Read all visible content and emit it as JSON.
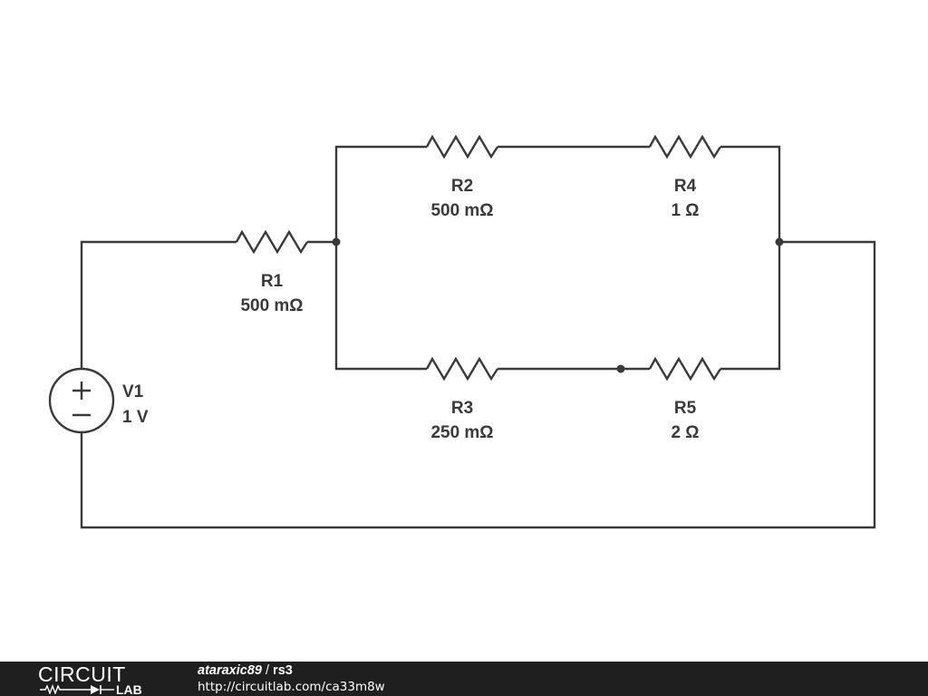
{
  "components": {
    "v1": {
      "name": "V1",
      "value": "1 V"
    },
    "r1": {
      "name": "R1",
      "value": "500 mΩ"
    },
    "r2": {
      "name": "R2",
      "value": "500 mΩ"
    },
    "r3": {
      "name": "R3",
      "value": "250 mΩ"
    },
    "r4": {
      "name": "R4",
      "value": "1 Ω"
    },
    "r5": {
      "name": "R5",
      "value": "2 Ω"
    }
  },
  "footer": {
    "logo_top": "CIRCUIT",
    "logo_bottom": "LAB",
    "author": "ataraxic89",
    "separator": "/",
    "title": "rs3",
    "url": "http://circuitlab.com/ca33m8w"
  },
  "colors": {
    "wire": "#3a3a3a",
    "footer_bg": "#1f1f1f",
    "footer_text": "#ffffff"
  }
}
